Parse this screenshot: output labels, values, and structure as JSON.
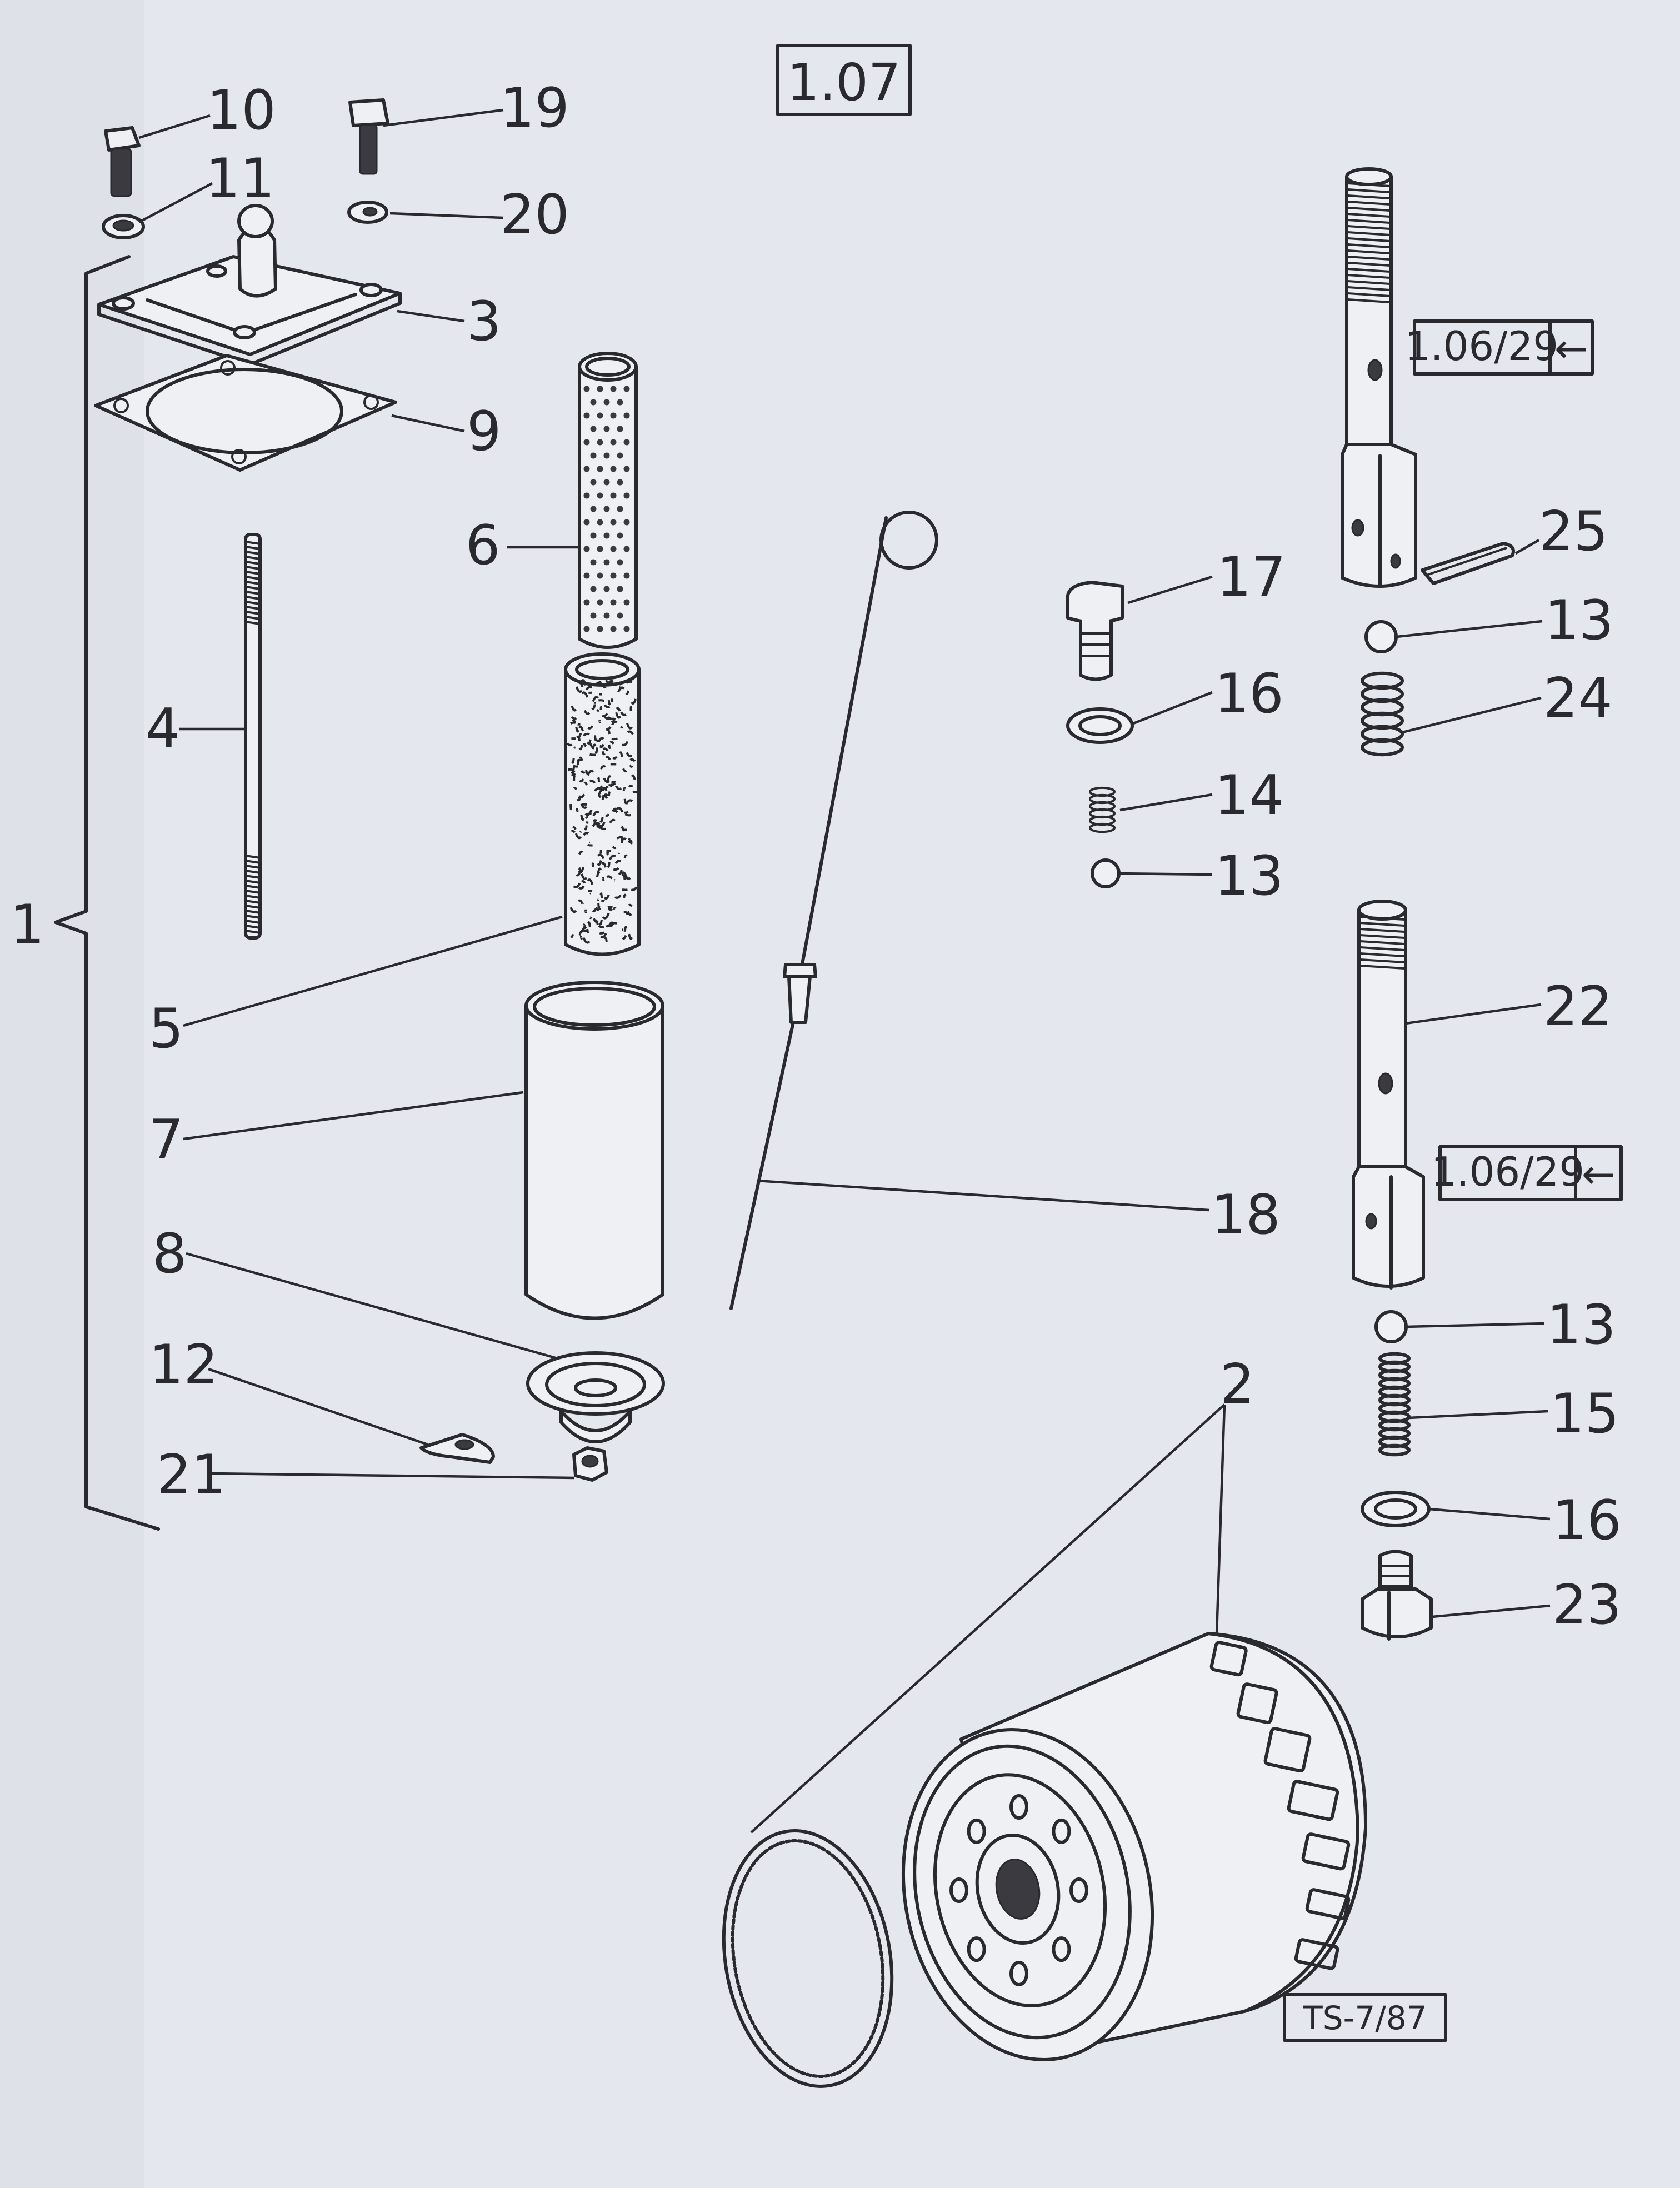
{
  "page_ref": "1.07",
  "drawing_code": "TS-7/87",
  "refs": [
    {
      "text": "1.06/29",
      "arrow": "←"
    },
    {
      "text": "1.06/29",
      "arrow": "←"
    }
  ],
  "callouts": [
    "10",
    "11",
    "19",
    "20",
    "3",
    "9",
    "6",
    "4",
    "1",
    "5",
    "7",
    "8",
    "12",
    "21",
    "18",
    "17",
    "16",
    "14",
    "13",
    "25",
    "13",
    "24",
    "22",
    "13",
    "15",
    "16",
    "23",
    "2"
  ],
  "parts": [
    "bolt",
    "washer",
    "bolt",
    "washer",
    "cover",
    "gasket",
    "perforated-tube",
    "stud",
    "filter-element",
    "housing",
    "cup",
    "lock-tab",
    "nut",
    "dipstick",
    "plug",
    "sealing-ring",
    "spring",
    "ball",
    "pipe-fitting",
    "split-pin",
    "ball",
    "spring",
    "pipe-fitting",
    "ball",
    "spring",
    "sealing-ring",
    "plug",
    "oil-filter-cartridge",
    "o-ring"
  ]
}
